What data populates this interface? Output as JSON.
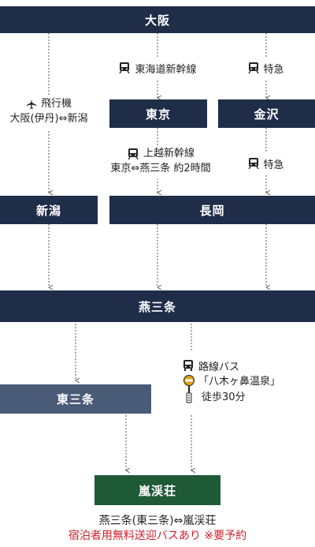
{
  "nodes": {
    "osaka": "大阪",
    "tokyo": "東京",
    "kanazawa": "金沢",
    "niigata": "新潟",
    "nagaoka": "長岡",
    "tsubamesanjo": "燕三条",
    "higashisanjo": "東三条",
    "rankeiso": "嵐渓荘"
  },
  "routes": {
    "tokaido": {
      "icon": "train-icon",
      "label": "東海道新幹線"
    },
    "tokkyu_1": {
      "icon": "train-icon",
      "label": "特急"
    },
    "tokkyu_2": {
      "icon": "train-icon",
      "label": "特急"
    },
    "flight": {
      "icon": "airplane-icon",
      "label": "飛行機",
      "detail": "大阪(伊丹)⇔新潟"
    },
    "joetsu": {
      "icon": "train-icon",
      "label": "上越新幹線",
      "detail": "東京⇔燕三条 約2時間"
    },
    "bus": {
      "icon": "bus-icon",
      "label": "路線バス",
      "stop": "「八木ヶ鼻温泉」",
      "walk": "徒歩30分"
    }
  },
  "footnote": {
    "line1": "燕三条(東三条)⇔嵐渓荘",
    "line2": "宿泊者用無料送迎バスあり ※要予約"
  },
  "colors": {
    "navy": "#1f2d49",
    "slate": "#4a5b78",
    "green": "#1f5a37",
    "red": "#d0202c",
    "bus_stop": "#e0a21a"
  }
}
